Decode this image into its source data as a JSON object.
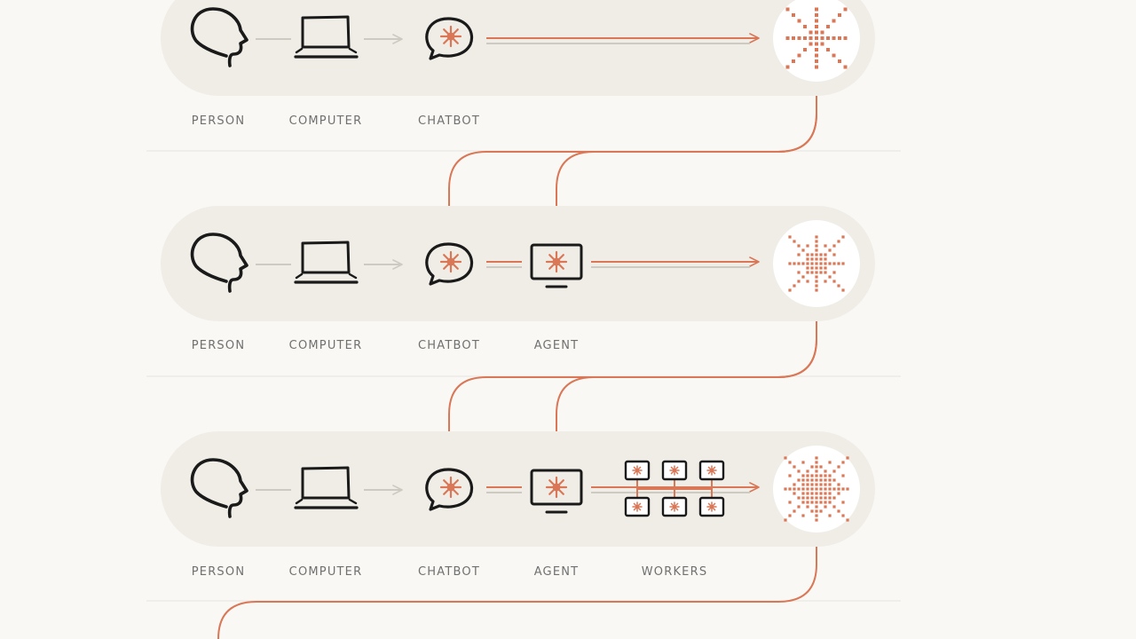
{
  "colors": {
    "background": "#f9f8f5",
    "band": "#f0ede6",
    "accent": "#d97757",
    "ink": "#1a1a1a",
    "connector": "#cdcac2",
    "divider": "#ecebe6",
    "label": "#707070"
  },
  "rows": [
    {
      "nodes": [
        {
          "key": "person",
          "label": "PERSON",
          "icon": "person-head-icon"
        },
        {
          "key": "computer",
          "label": "COMPUTER",
          "icon": "laptop-icon"
        },
        {
          "key": "chatbot",
          "label": "CHATBOT",
          "icon": "chat-bubble-icon"
        }
      ],
      "output": "output-burst-small-icon"
    },
    {
      "nodes": [
        {
          "key": "person",
          "label": "PERSON",
          "icon": "person-head-icon"
        },
        {
          "key": "computer",
          "label": "COMPUTER",
          "icon": "laptop-icon"
        },
        {
          "key": "chatbot",
          "label": "CHATBOT",
          "icon": "chat-bubble-icon"
        },
        {
          "key": "agent",
          "label": "AGENT",
          "icon": "monitor-icon"
        }
      ],
      "output": "output-burst-medium-icon"
    },
    {
      "nodes": [
        {
          "key": "person",
          "label": "PERSON",
          "icon": "person-head-icon"
        },
        {
          "key": "computer",
          "label": "COMPUTER",
          "icon": "laptop-icon"
        },
        {
          "key": "chatbot",
          "label": "CHATBOT",
          "icon": "chat-bubble-icon"
        },
        {
          "key": "agent",
          "label": "AGENT",
          "icon": "monitor-icon"
        },
        {
          "key": "workers",
          "label": "WORKERS",
          "icon": "worker-grid-icon"
        }
      ],
      "output": "output-burst-large-icon"
    }
  ]
}
